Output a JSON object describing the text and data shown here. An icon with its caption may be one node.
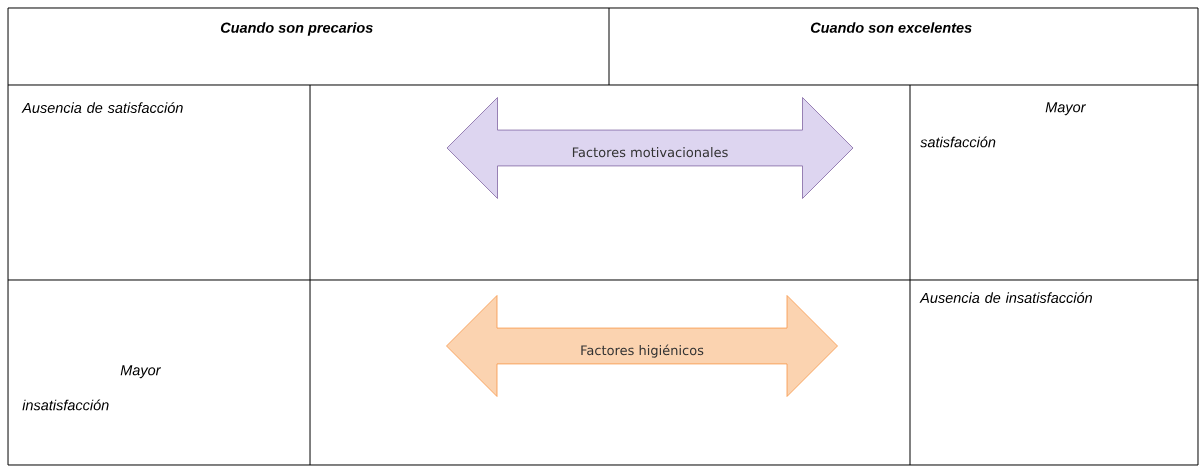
{
  "diagram": {
    "nodes": [
      {
        "text": [
          "Factores motivacionales"
        ]
      },
      {
        "text": [
          "Factores higiénicos"
        ]
      }
    ],
    "labels": [
      "Cuando son precarios",
      "Cuando son excelentes",
      "Ausencia de satisfacción",
      "Mayor satisfacción",
      "Mayor insatisfacción",
      "Ausencia de insatisfacción"
    ]
  }
}
